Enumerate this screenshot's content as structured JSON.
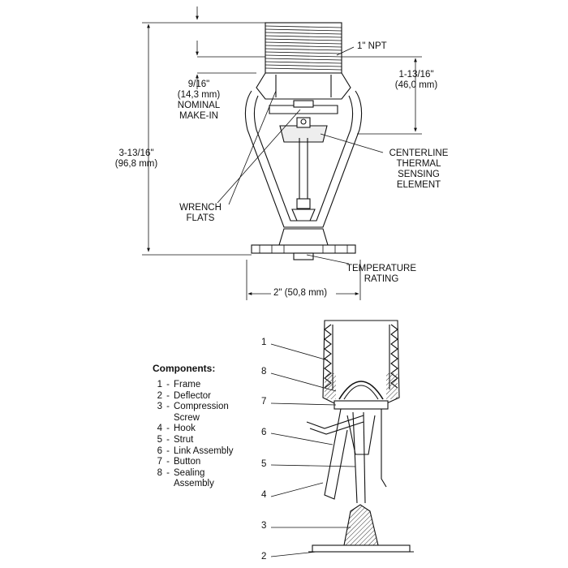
{
  "dimensions": {
    "npt": "1\" NPT",
    "top_height": [
      "1-13/16\"",
      "(46,0 mm)"
    ],
    "make_in": [
      "9/16\"",
      "(14,3 mm)",
      "NOMINAL",
      "MAKE-IN"
    ],
    "overall_height": [
      "3-13/16\"",
      "(96,8 mm)"
    ],
    "width": "2\" (50,8 mm)"
  },
  "callouts": {
    "centerline": [
      "CENTERLINE",
      "THERMAL",
      "SENSING",
      "ELEMENT"
    ],
    "wrench": [
      "WRENCH",
      "FLATS"
    ],
    "temperature": [
      "TEMPERATURE",
      "RATING"
    ]
  },
  "components": {
    "title": "Components:",
    "items": [
      {
        "num": "1",
        "dash": "-",
        "label": "Frame"
      },
      {
        "num": "2",
        "dash": "-",
        "label": "Deflector"
      },
      {
        "num": "3",
        "dash": "-",
        "label": "Compression"
      },
      {
        "num": "",
        "dash": "",
        "label": "Screw"
      },
      {
        "num": "4",
        "dash": "-",
        "label": "Hook"
      },
      {
        "num": "5",
        "dash": "-",
        "label": "Strut"
      },
      {
        "num": "6",
        "dash": "-",
        "label": "Link Assembly"
      },
      {
        "num": "7",
        "dash": "-",
        "label": "Button"
      },
      {
        "num": "8",
        "dash": "-",
        "label": "Sealing"
      },
      {
        "num": "",
        "dash": "",
        "label": "Assembly"
      }
    ]
  },
  "part_numbers": [
    "1",
    "8",
    "7",
    "6",
    "5",
    "4",
    "3",
    "2"
  ]
}
